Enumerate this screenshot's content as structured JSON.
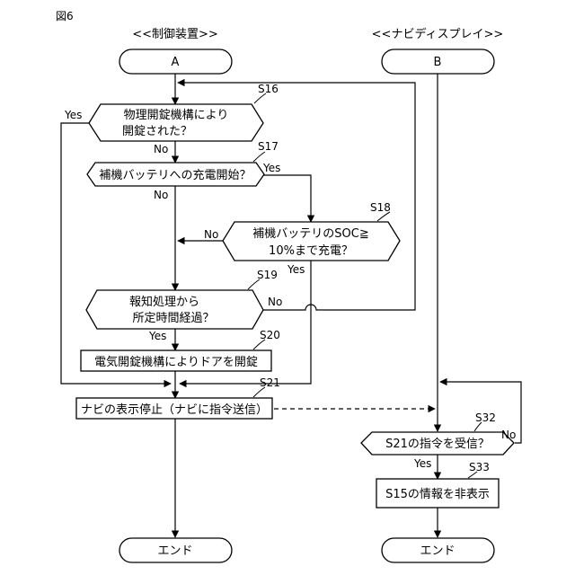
{
  "figure_label": "図6",
  "columns": {
    "left_header": "<<制御装置>>",
    "right_header": "<<ナビディスプレイ>>"
  },
  "terminals": {
    "start_a": "A",
    "start_b": "B",
    "end_left": "エンド",
    "end_right": "エンド"
  },
  "steps": {
    "s16": {
      "id": "S16",
      "line1": "物理開錠機構により",
      "line2": "開錠された？"
    },
    "s17": {
      "id": "S17",
      "text": "補機バッテリへの充電開始？"
    },
    "s18": {
      "id": "S18",
      "line1": "補機バッテリのSOC≧",
      "line2": "10%まで充電？"
    },
    "s19": {
      "id": "S19",
      "line1": "報知処理から",
      "line2": "所定時間経過？"
    },
    "s20": {
      "id": "S20",
      "text": "電気開錠機構によりドアを開錠"
    },
    "s21": {
      "id": "S21",
      "text": "ナビの表示停止（ナビに指令送信）"
    },
    "s32": {
      "id": "S32",
      "text": "S21の指令を受信？"
    },
    "s33": {
      "id": "S33",
      "text": "S15の情報を非表示"
    }
  },
  "branch_labels": {
    "s16_yes": "Yes",
    "s16_no": "No",
    "s17_yes": "Yes",
    "s17_no": "No",
    "s18_no": "No",
    "s18_yes": "Yes",
    "s19_no": "No",
    "s19_yes": "Yes",
    "s32_no": "No",
    "s32_yes": "Yes"
  }
}
